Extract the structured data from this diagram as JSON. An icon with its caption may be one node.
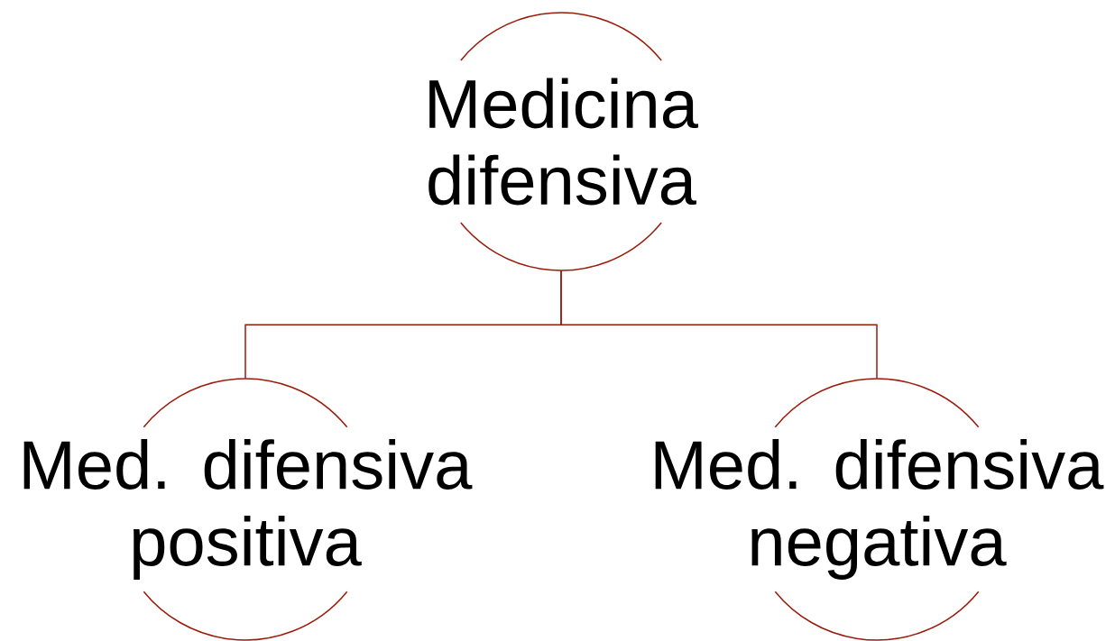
{
  "diagram": {
    "nodes": [
      {
        "text": [
          "Medicina difensiva"
        ]
      },
      {
        "text": [
          "Med. difensiva positiva"
        ]
      },
      {
        "text": [
          "Med. difensiva negativa"
        ]
      }
    ],
    "edges": [
      {
        "from": 0,
        "to": 1,
        "arrow": "none"
      },
      {
        "from": 0,
        "to": 2,
        "arrow": "none"
      }
    ]
  }
}
